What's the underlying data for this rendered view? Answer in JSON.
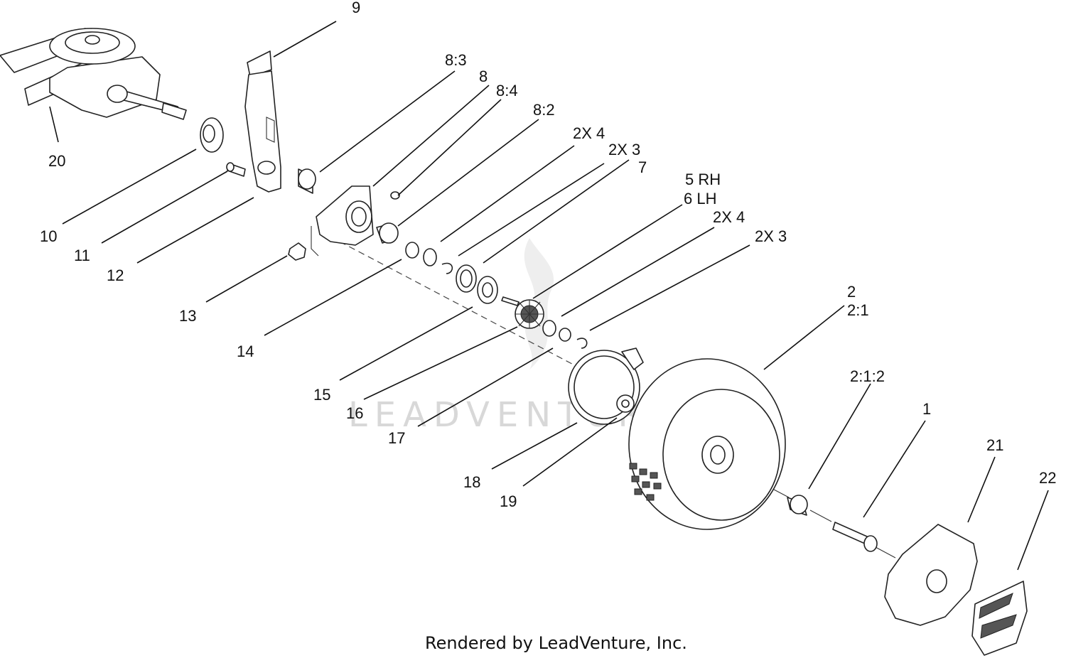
{
  "callouts": {
    "c9": "9",
    "c8_3": "8:3",
    "c8": "8",
    "c8_4": "8:4",
    "c8_2": "8:2",
    "c2x4_a": "2X 4",
    "c2x3_a": "2X 3",
    "c7": "7",
    "c5": "5 RH",
    "c6": "6 LH",
    "c2x4_b": "2X 4",
    "c2x3_b": "2X 3",
    "c2": "2",
    "c2_1": "2:1",
    "c2_1_2": "2:1:2",
    "c1": "1",
    "c21": "21",
    "c22": "22",
    "c20": "20",
    "c10": "10",
    "c11": "11",
    "c12": "12",
    "c13": "13",
    "c14": "14",
    "c15": "15",
    "c16": "16",
    "c17": "17",
    "c18": "18",
    "c19": "19"
  },
  "watermark": "LEADVENTURE",
  "footer": "Rendered by LeadVenture, Inc."
}
